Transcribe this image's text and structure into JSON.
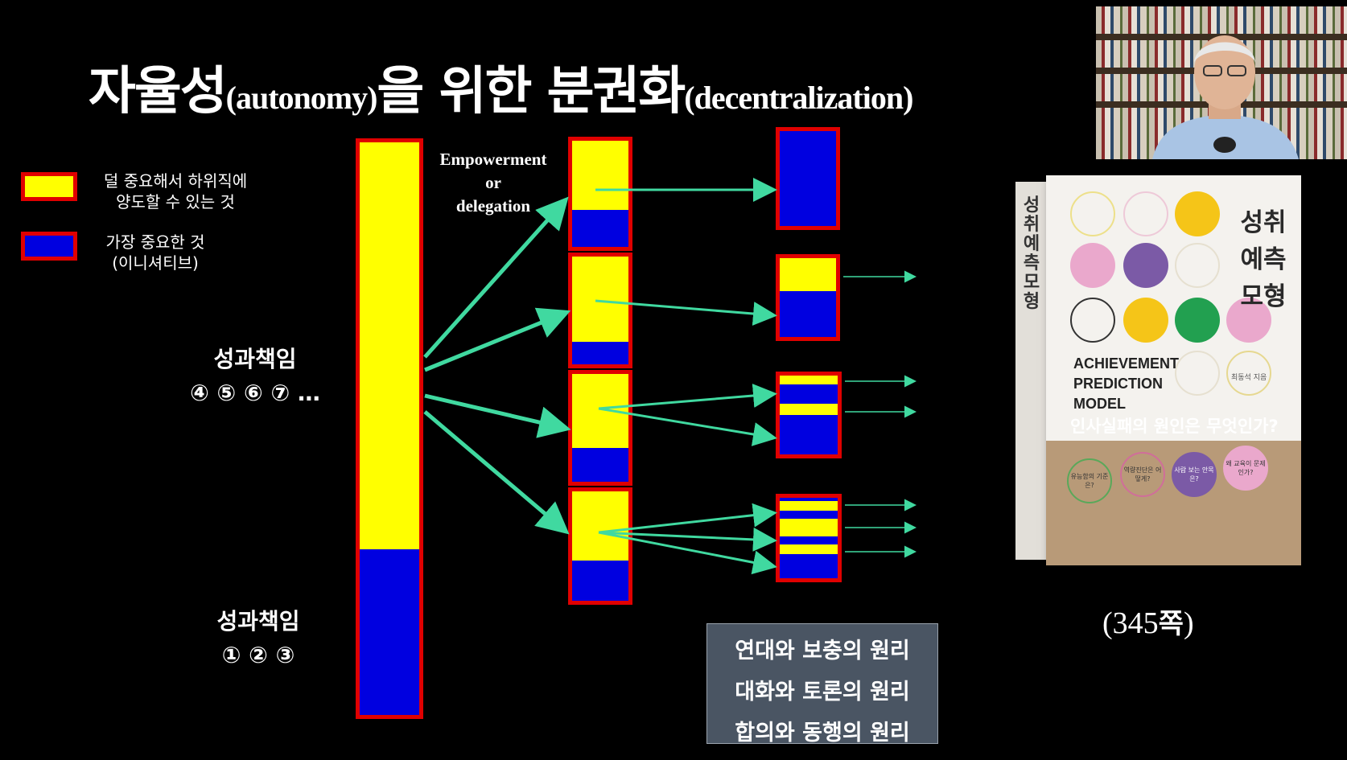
{
  "title": {
    "ko1": "자율성",
    "en1": "(autonomy)",
    "ko2": "을 위한 분권화",
    "en2": "(decentralization)"
  },
  "legend": [
    {
      "line1": "덜 중요해서 하위직에",
      "line2": "양도할 수 있는 것",
      "color": "#ffff00"
    },
    {
      "line1": "가장 중요한 것",
      "line2": "(이니셔티브)",
      "color": "#0000e0"
    }
  ],
  "labels": {
    "upper_title": "성과책임",
    "upper_nums": "④ ⑤ ⑥ ⑦ …",
    "lower_title": "성과책임",
    "lower_nums": "① ② ③"
  },
  "empowerment": {
    "line1": "Empowerment",
    "line2": "or",
    "line3": "delegation"
  },
  "diagram": {
    "border_color": "#e00000",
    "arrow_color": "#40d9a0",
    "main_yellow_fraction": 0.71,
    "middle_yellow_fractions": [
      0.65,
      0.79,
      0.69,
      0.63
    ],
    "right_yellow_fractions": [
      0.0,
      0.42
    ]
  },
  "principles": [
    "연대와 보충의 원리",
    "대화와 토론의 원리",
    "합의와 동행의 원리"
  ],
  "page_ref": {
    "open": "(345",
    "unit": "쪽",
    "close": ")"
  },
  "book": {
    "title_lines": [
      "성취",
      "예측",
      "모형"
    ],
    "spine_title": "성취예측모형",
    "en_lines": [
      "ACHIEVEMENT",
      "PREDICTION",
      "MODEL"
    ],
    "subtitle": "인사실패의 원인은 무엇인가?",
    "author": "최동석 지음",
    "bubbles": [
      "유능함의 기준은?",
      "역량진단은 어떻게?",
      "사람 보는 안목은?",
      "왜 교육이 문제인가?"
    ]
  }
}
